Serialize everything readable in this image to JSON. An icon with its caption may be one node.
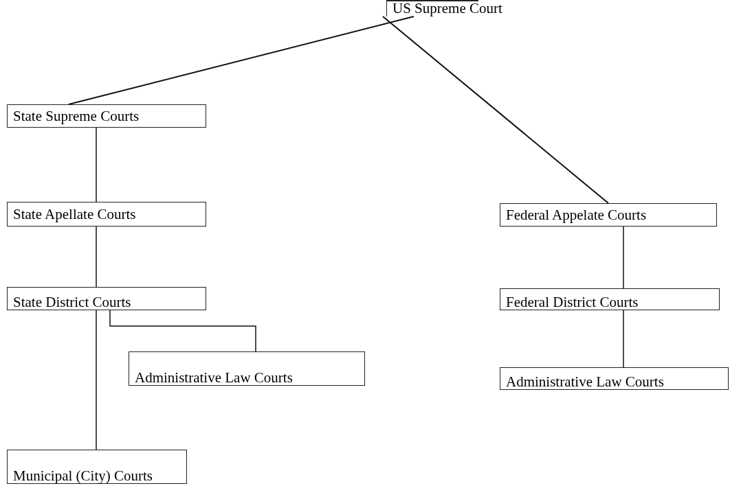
{
  "diagram": {
    "nodes": [
      {
        "text": [
          "US Supreme Court"
        ]
      },
      {
        "text": [
          "State Supreme Courts"
        ]
      },
      {
        "text": [
          "State Apellate Courts"
        ]
      },
      {
        "text": [
          "Federal Appelate Courts"
        ]
      },
      {
        "text": [
          "State District Courts"
        ]
      },
      {
        "text": [
          "Administrative Law Courts"
        ]
      },
      {
        "text": [
          "Federal District Courts"
        ]
      },
      {
        "text": [
          "Administrative Law Courts"
        ]
      },
      {
        "text": [
          "Municipal (City) Courts"
        ]
      }
    ],
    "edges": [
      {
        "from": 0,
        "to": 1,
        "arrow": "none"
      },
      {
        "from": 0,
        "to": 3,
        "arrow": "none"
      },
      {
        "from": 1,
        "to": 2,
        "arrow": "none"
      },
      {
        "from": 2,
        "to": 4,
        "arrow": "none"
      },
      {
        "from": 4,
        "to": 5,
        "arrow": "none"
      },
      {
        "from": 4,
        "to": 8,
        "arrow": "none"
      },
      {
        "from": 3,
        "to": 6,
        "arrow": "none"
      },
      {
        "from": 6,
        "to": 7,
        "arrow": "none"
      }
    ]
  }
}
